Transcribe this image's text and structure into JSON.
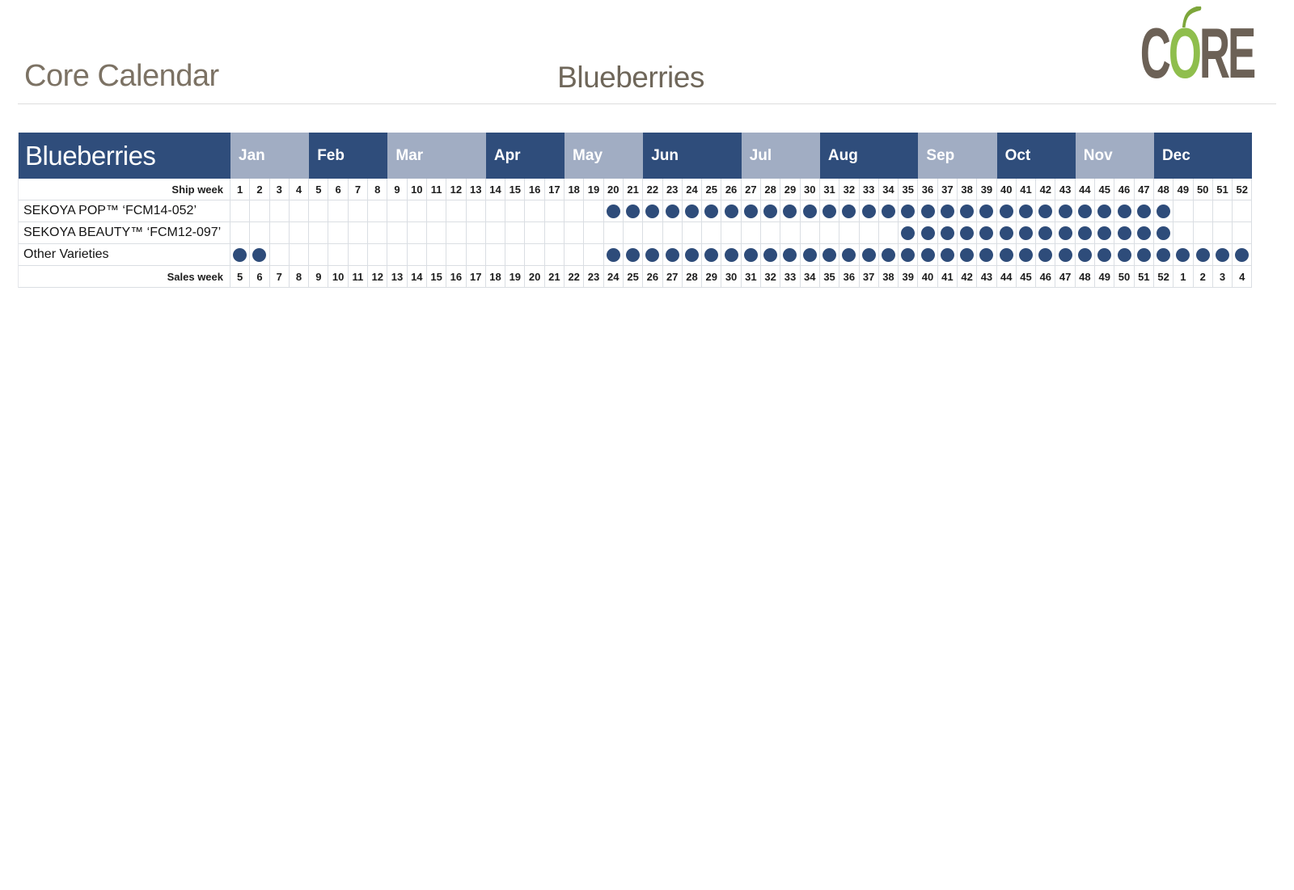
{
  "page": {
    "app_title": "Core Calendar",
    "page_title": "Blueberries"
  },
  "logo": {
    "letters": [
      "C",
      "O",
      "R",
      "E"
    ],
    "stem_icon": "pear-stem"
  },
  "calendar": {
    "title": "Blueberries",
    "ship_week_label": "Ship week",
    "sales_week_label": "Sales week",
    "months": [
      {
        "label": "Jan",
        "weeks": 4,
        "shade": "light"
      },
      {
        "label": "Feb",
        "weeks": 4,
        "shade": "dark"
      },
      {
        "label": "Mar",
        "weeks": 5,
        "shade": "light"
      },
      {
        "label": "Apr",
        "weeks": 4,
        "shade": "dark"
      },
      {
        "label": "May",
        "weeks": 4,
        "shade": "light"
      },
      {
        "label": "Jun",
        "weeks": 5,
        "shade": "dark"
      },
      {
        "label": "Jul",
        "weeks": 4,
        "shade": "light"
      },
      {
        "label": "Aug",
        "weeks": 5,
        "shade": "dark"
      },
      {
        "label": "Sep",
        "weeks": 4,
        "shade": "light"
      },
      {
        "label": "Oct",
        "weeks": 4,
        "shade": "dark"
      },
      {
        "label": "Nov",
        "weeks": 4,
        "shade": "light"
      },
      {
        "label": "Dec",
        "weeks": 5,
        "shade": "dark"
      }
    ],
    "ship_weeks": [
      1,
      2,
      3,
      4,
      5,
      6,
      7,
      8,
      9,
      10,
      11,
      12,
      13,
      14,
      15,
      16,
      17,
      18,
      19,
      20,
      21,
      22,
      23,
      24,
      25,
      26,
      27,
      28,
      29,
      30,
      31,
      32,
      33,
      34,
      35,
      36,
      37,
      38,
      39,
      40,
      41,
      42,
      43,
      44,
      45,
      46,
      47,
      48,
      49,
      50,
      51,
      52
    ],
    "sales_weeks": [
      5,
      6,
      7,
      8,
      9,
      10,
      11,
      12,
      13,
      14,
      15,
      16,
      17,
      18,
      19,
      20,
      21,
      22,
      23,
      24,
      25,
      26,
      27,
      28,
      29,
      30,
      31,
      32,
      33,
      34,
      35,
      36,
      37,
      38,
      39,
      40,
      41,
      42,
      43,
      44,
      45,
      46,
      47,
      48,
      49,
      50,
      51,
      52,
      1,
      2,
      3,
      4
    ],
    "varieties": [
      {
        "label": "SEKOYA POP™ ‘FCM14-052’",
        "available_ship_weeks": [
          20,
          21,
          22,
          23,
          24,
          25,
          26,
          27,
          28,
          29,
          30,
          31,
          32,
          33,
          34,
          35,
          36,
          37,
          38,
          39,
          40,
          41,
          42,
          43,
          44,
          45,
          46,
          47,
          48
        ]
      },
      {
        "label": "SEKOYA BEAUTY™ ‘FCM12-097’",
        "available_ship_weeks": [
          35,
          36,
          37,
          38,
          39,
          40,
          41,
          42,
          43,
          44,
          45,
          46,
          47,
          48
        ]
      },
      {
        "label": "Other Varieties",
        "available_ship_weeks": [
          1,
          2,
          20,
          21,
          22,
          23,
          24,
          25,
          26,
          27,
          28,
          29,
          30,
          31,
          32,
          33,
          34,
          35,
          36,
          37,
          38,
          39,
          40,
          41,
          42,
          43,
          44,
          45,
          46,
          47,
          48,
          49,
          50,
          51,
          52
        ]
      }
    ],
    "colors": {
      "header_dark_blue": "#2F4D7B",
      "header_light_blue": "#A1ADC3",
      "dot_blue": "#2E4C7A",
      "title_brown": "#7C7264",
      "logo_brown": "#6C6156",
      "logo_green": "#8FBE4D",
      "grid_line": "#DADEE3"
    }
  }
}
